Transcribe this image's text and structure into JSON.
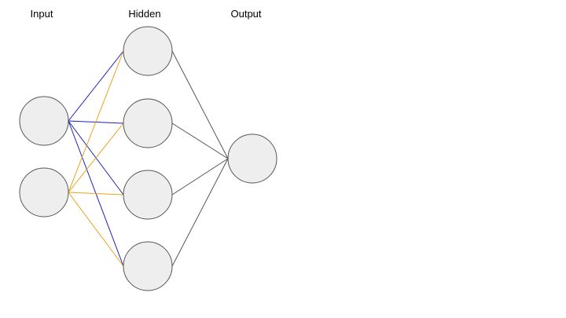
{
  "labels": {
    "input": "Input",
    "hidden": "Hidden",
    "output": "Output"
  },
  "colors": {
    "background": "#ffffff",
    "node_fill": "#eeeeee",
    "node_stroke": "#555555",
    "input_1_edges": "#1f1fbf",
    "input_2_edges": "#e8a21a",
    "hidden_to_output_edges": "#555555"
  },
  "network": {
    "input_nodes": 2,
    "hidden_nodes": 4,
    "output_nodes": 1,
    "fully_connected": true
  }
}
